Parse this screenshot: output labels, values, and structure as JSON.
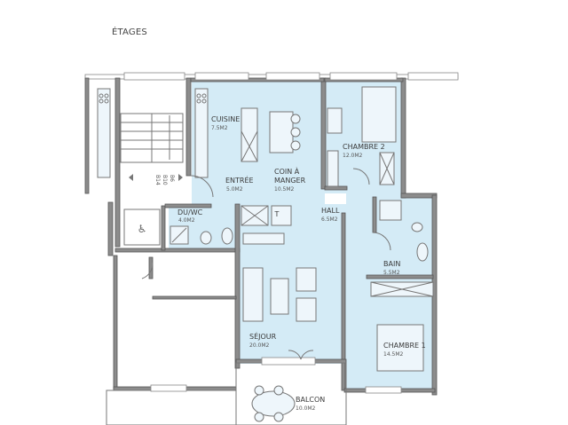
{
  "page": {
    "title": "ÉTAGES"
  },
  "colors": {
    "room_fill": "#d4ebf6",
    "wall": "#8c8c8c",
    "background": "#ffffff"
  },
  "rooms": [
    {
      "id": "cuisine",
      "name": "CUISINE",
      "area": "7.5M2"
    },
    {
      "id": "entree",
      "name": "ENTRÉE",
      "area": "5.0M2"
    },
    {
      "id": "coin-a-manger",
      "name": "COIN À",
      "name2": "MANGER",
      "area": "10.5M2"
    },
    {
      "id": "chambre-2",
      "name": "CHAMBRE 2",
      "area": "12.0M2"
    },
    {
      "id": "du-wc",
      "name": "DU/WC",
      "area": "4.0M2"
    },
    {
      "id": "hall",
      "name": "HALL",
      "area": "6.5M2"
    },
    {
      "id": "bain",
      "name": "BAIN",
      "area": "5.5M2"
    },
    {
      "id": "sejour",
      "name": "SÉJOUR",
      "area": "20.0M2"
    },
    {
      "id": "chambre-1",
      "name": "CHAMBRE 1",
      "area": "14.5M2"
    },
    {
      "id": "balcon",
      "name": "BALCON",
      "area": "10.0M2"
    }
  ],
  "stair_labels": [
    "B6",
    "B10",
    "B14"
  ],
  "fixtures": {
    "tumble_dryer_label": "T"
  }
}
